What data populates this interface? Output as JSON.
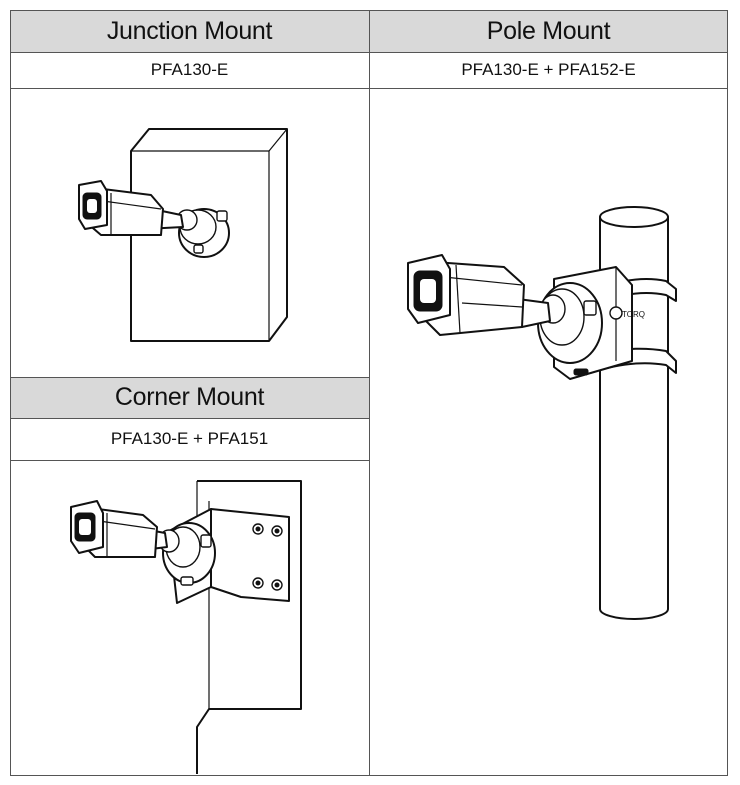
{
  "junction": {
    "title": "Junction Mount",
    "model": "PFA130-E"
  },
  "pole": {
    "title": "Pole Mount",
    "model": "PFA130-E + PFA152-E"
  },
  "corner": {
    "title": "Corner Mount",
    "model": "PFA130-E + PFA151"
  }
}
